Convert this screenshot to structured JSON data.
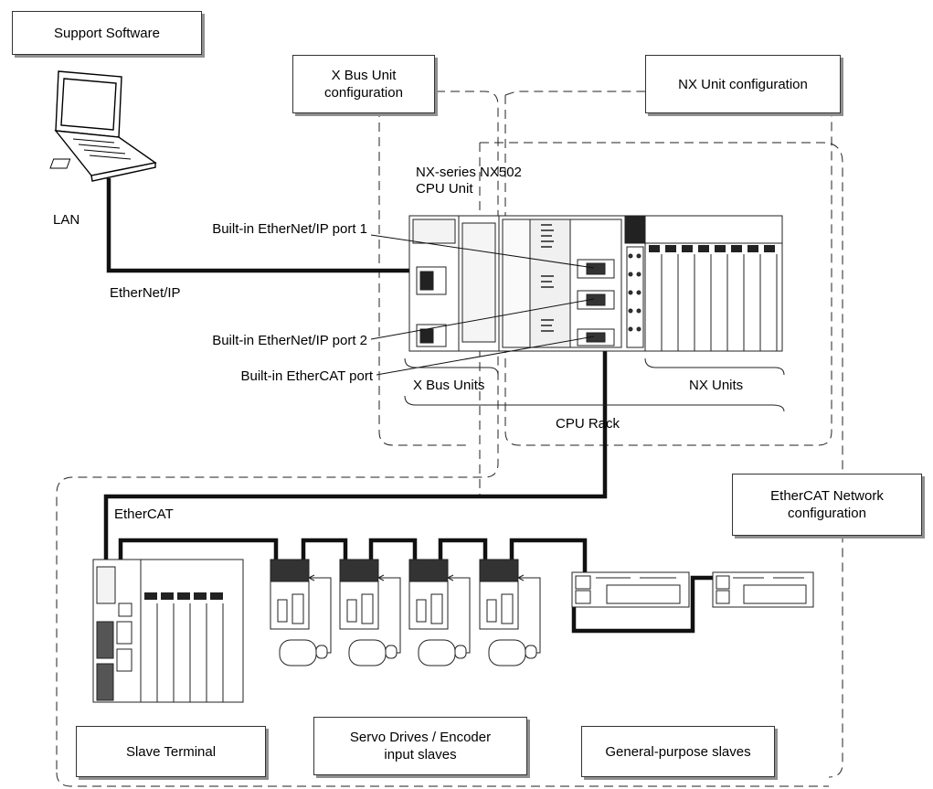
{
  "boxes": {
    "support_software": "Support Software",
    "xbus_config": "X Bus Unit\nconfiguration",
    "nx_unit_config": "NX Unit configuration",
    "ethercat_network_config": "EtherCAT Network\nconfiguration",
    "slave_terminal": "Slave Terminal",
    "servo_drives": "Servo Drives / Encoder\ninput slaves",
    "general_purpose": "General-purpose slaves"
  },
  "labels": {
    "cpu_unit": "NX-series NX502\nCPU Unit",
    "lan": "LAN",
    "ethernet_ip": "EtherNet/IP",
    "port1": "Built-in EtherNet/IP port 1",
    "port2": "Built-in EtherNet/IP port 2",
    "ethercat_port": "Built-in EtherCAT port",
    "xbus_units": "X Bus Units",
    "nx_units": "NX Units",
    "cpu_rack": "CPU Rack",
    "ethercat": "EtherCAT"
  }
}
